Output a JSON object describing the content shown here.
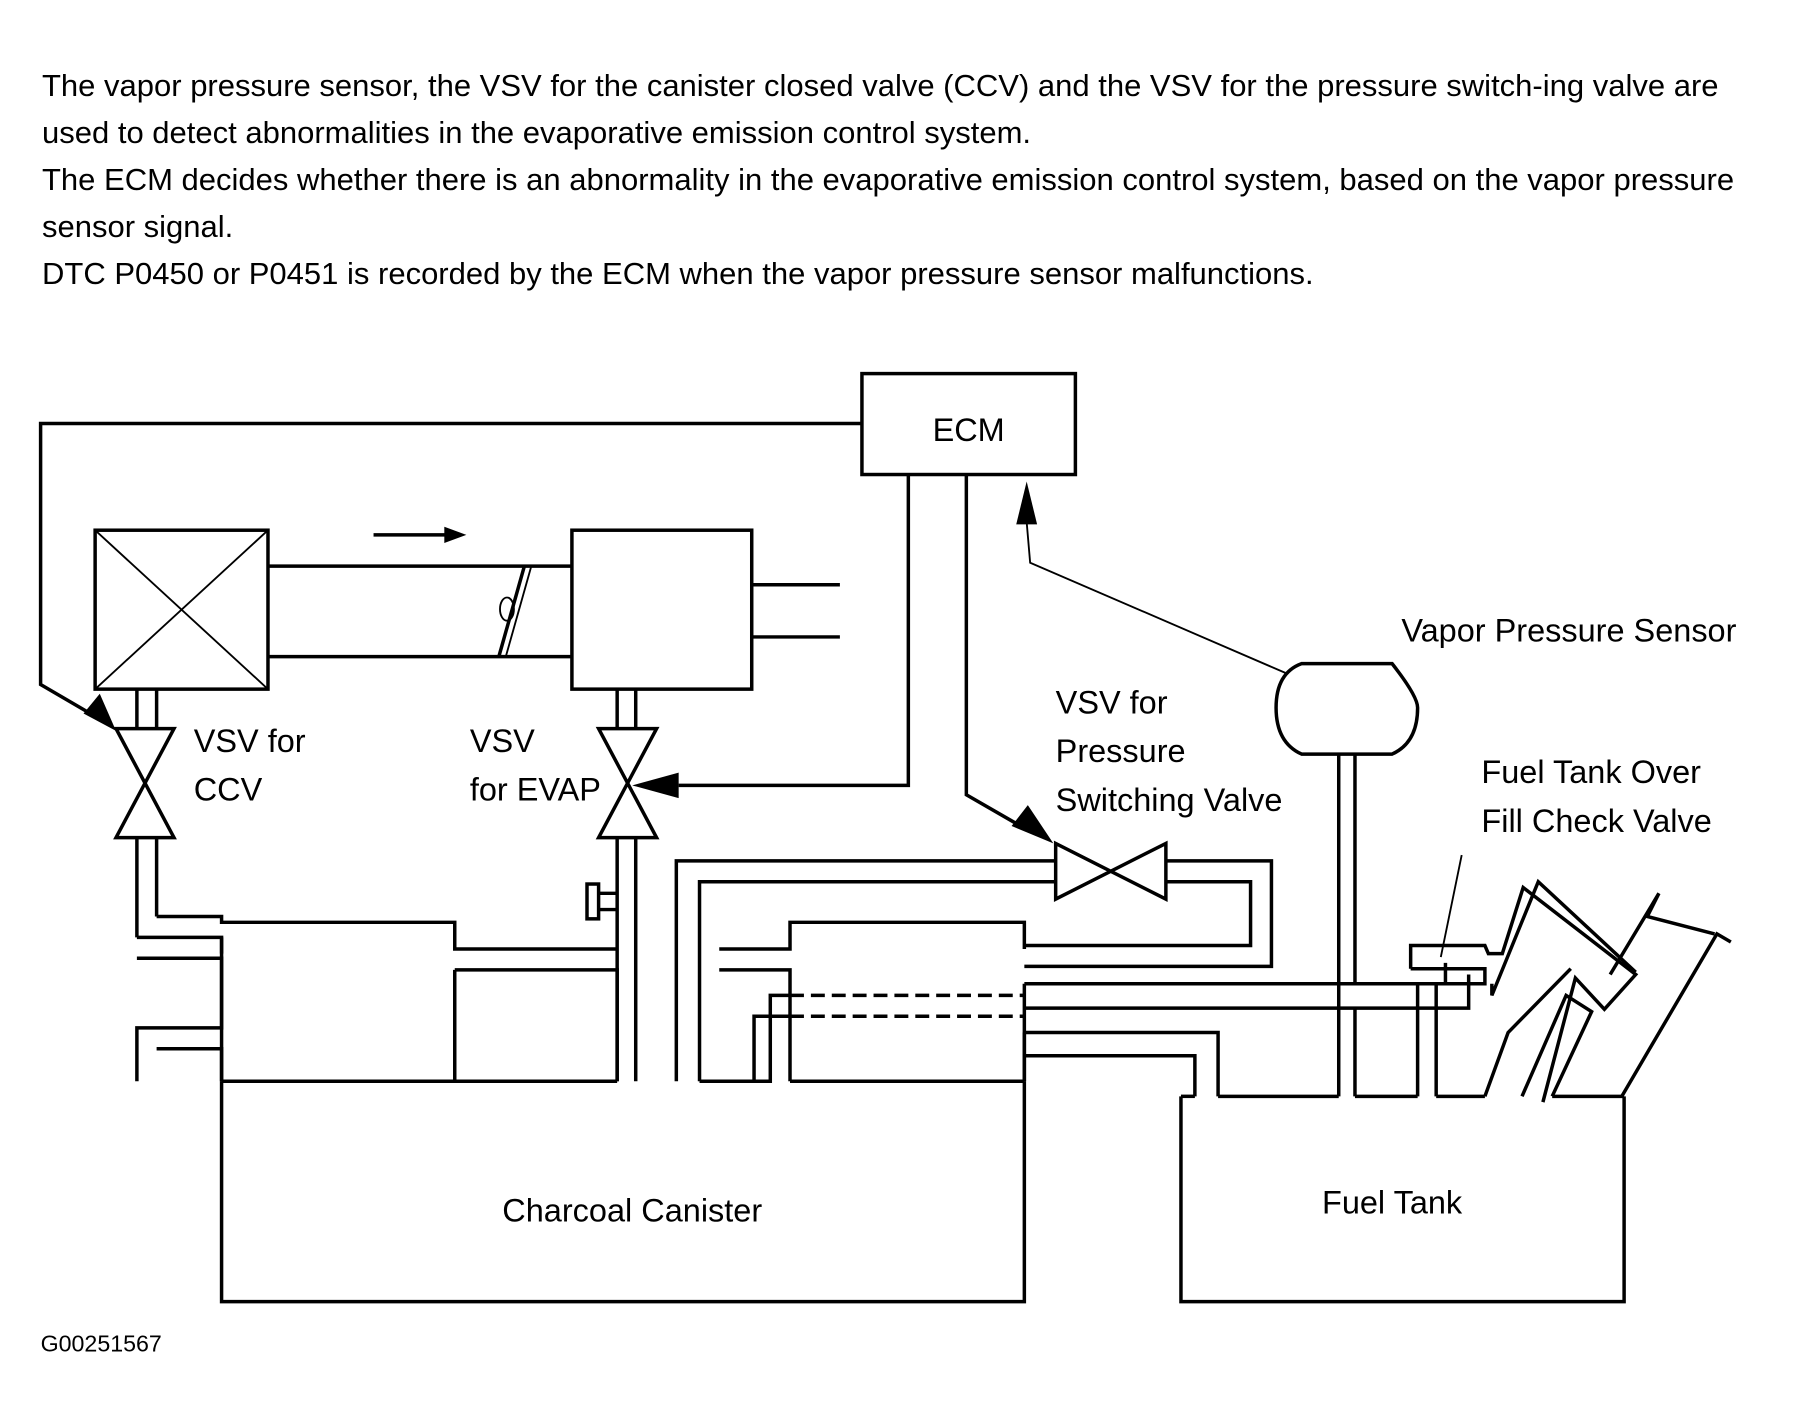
{
  "description": {
    "paragraphs": [
      "The vapor pressure sensor, the VSV for the canister closed valve (CCV) and the VSV for the pressure switch-ing valve are used to detect abnormalities in the evaporative emission control system.",
      "The ECM decides whether there is an abnormality in the evaporative emission control system, based on the vapor pressure sensor signal.",
      "DTC P0450 or P0451 is recorded by the ECM when the vapor pressure sensor malfunctions."
    ]
  },
  "diagram": {
    "labels": {
      "ecm": "ECM",
      "vsv_ccv_line1": "VSV for",
      "vsv_ccv_line2": "CCV",
      "vsv_evap_line1": "VSV",
      "vsv_evap_line2": "for EVAP",
      "vsv_psv_line1": "VSV for",
      "vsv_psv_line2": "Pressure",
      "vsv_psv_line3": "Switching Valve",
      "vapor_sensor": "Vapor Pressure Sensor",
      "check_valve_line1": "Fuel Tank Over",
      "check_valve_line2": "Fill Check Valve",
      "canister": "Charcoal Canister",
      "fuel_tank": "Fuel Tank"
    },
    "figure_id": "G00251567"
  }
}
